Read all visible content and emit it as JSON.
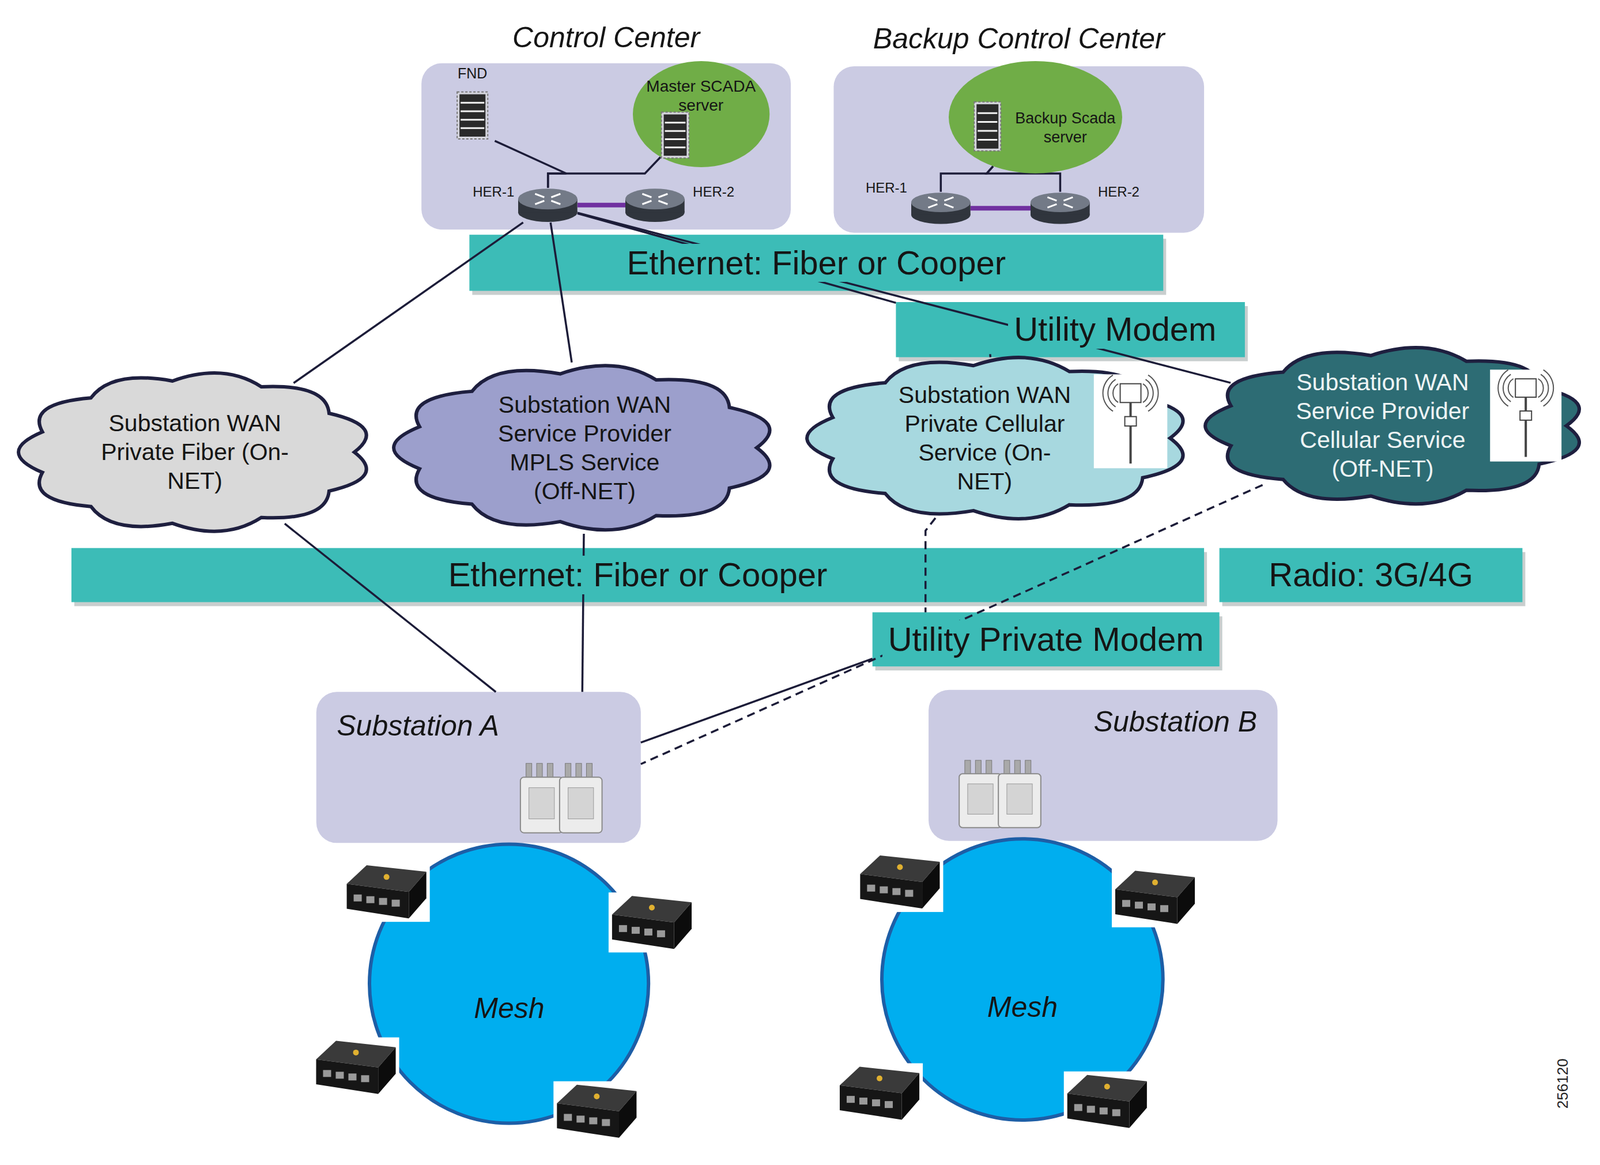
{
  "diagram": {
    "nodes": [
      {
        "text": [
          "Control Center"
        ]
      },
      {
        "text": [
          "FND"
        ],
        "in": 0
      },
      {
        "text": [
          "Master SCADA server"
        ],
        "in": 0
      },
      {
        "text": [
          "HER-1"
        ],
        "in": 0
      },
      {
        "text": [
          "HER-2"
        ],
        "in": 0
      },
      {
        "text": [
          "Backup Control Center"
        ]
      },
      {
        "text": [
          "Backup Scada server"
        ],
        "in": 5
      },
      {
        "text": [
          "HER-1"
        ],
        "in": 5
      },
      {
        "text": [
          "HER-2"
        ],
        "in": 5
      },
      {
        "text": [
          "Ethernet: Fiber or Cooper"
        ]
      },
      {
        "text": [
          "Utility Modem"
        ]
      },
      {
        "text": [
          "Substation WAN Private Fiber (On-NET)"
        ]
      },
      {
        "text": [
          "Substation WAN Service Provider MPLS Service (Off-NET)"
        ]
      },
      {
        "text": [
          "Substation WAN Private Cellular Service (On-NET)"
        ]
      },
      {
        "text": [
          "Substation WAN Service Provider Cellular Service (Off-NET)"
        ]
      },
      {
        "text": [
          "Ethernet: Fiber or Cooper"
        ]
      },
      {
        "text": [
          "Radio: 3G/4G"
        ]
      },
      {
        "text": [
          "Utility Private Modem"
        ]
      },
      {
        "text": [
          "Substation A"
        ]
      },
      {
        "text": [
          "Substation B"
        ]
      },
      {
        "text": [
          "Mesh"
        ]
      },
      {
        "text": [
          "Mesh"
        ]
      }
    ],
    "edges": [
      {
        "from": 3,
        "to": 4,
        "arrow": "none"
      },
      {
        "from": 7,
        "to": 8,
        "arrow": "none"
      },
      {
        "from": 1,
        "to": 3,
        "arrow": "none"
      },
      {
        "from": 2,
        "to": 3,
        "arrow": "none"
      },
      {
        "from": 6,
        "to": 7,
        "arrow": "none"
      },
      {
        "from": 6,
        "to": 8,
        "arrow": "none"
      },
      {
        "from": 3,
        "to": 11,
        "arrow": "none"
      },
      {
        "from": 3,
        "to": 12,
        "arrow": "none"
      },
      {
        "from": 3,
        "to": 10,
        "arrow": "none"
      },
      {
        "from": 10,
        "to": 13,
        "arrow": "none"
      },
      {
        "from": 3,
        "to": 14,
        "arrow": "none"
      },
      {
        "from": 11,
        "to": 18,
        "arrow": "none"
      },
      {
        "from": 12,
        "to": 18,
        "arrow": "none"
      },
      {
        "from": 13,
        "to": 17,
        "arrow": "none"
      },
      {
        "from": 17,
        "to": 18,
        "arrow": "none"
      },
      {
        "from": 14,
        "to": 18,
        "arrow": "none"
      }
    ],
    "labels": [
      "256120"
    ]
  }
}
